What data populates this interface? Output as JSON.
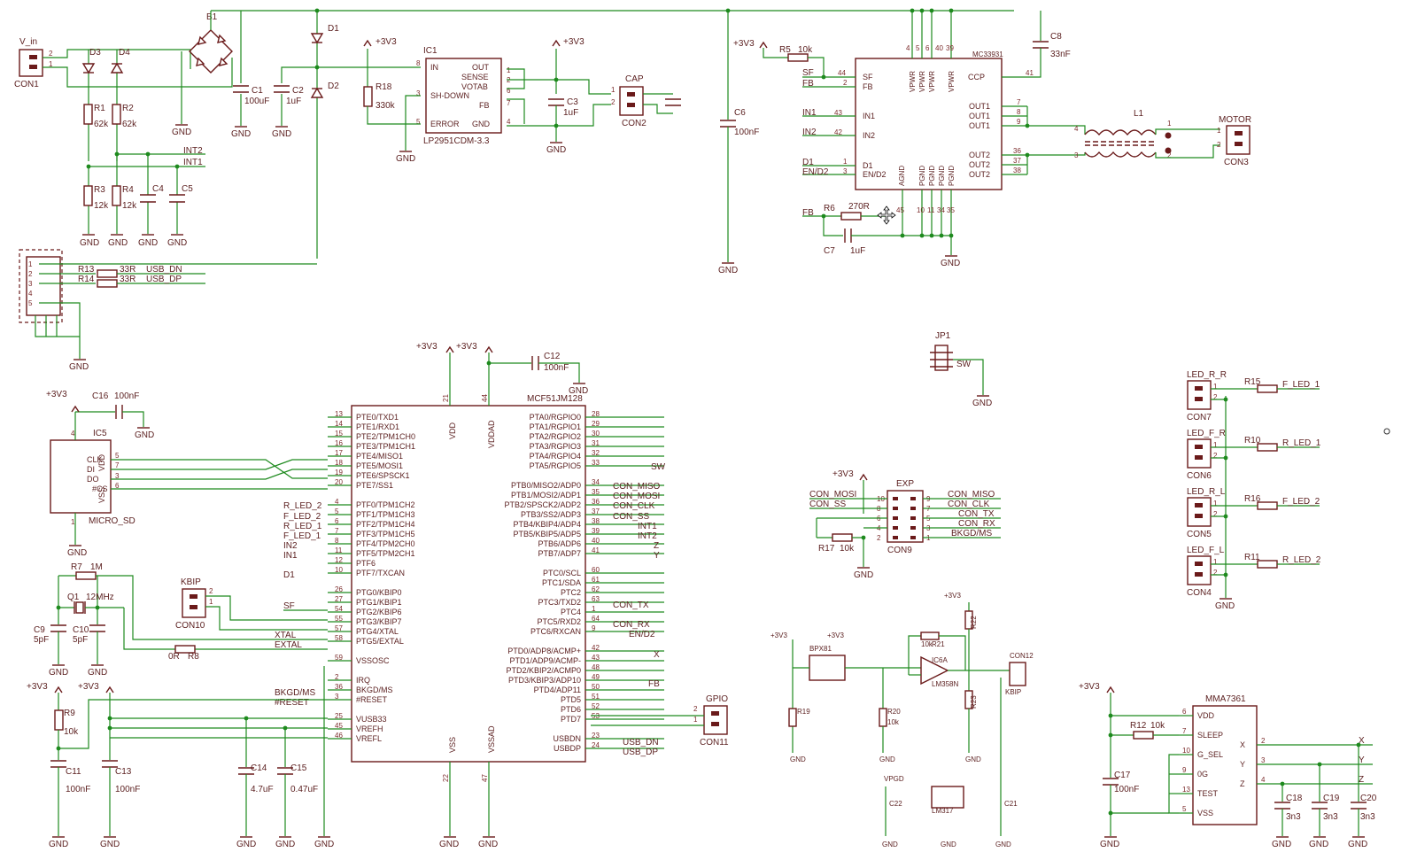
{
  "connectors": {
    "con1": {
      "name": "V_in",
      "ref": "CON1",
      "pin1": "1",
      "pin2": "2"
    },
    "con2": {
      "name": "CAP",
      "ref": "CON2",
      "pin1": "1",
      "pin2": "2"
    },
    "con3": {
      "name": "MOTOR",
      "ref": "CON3",
      "pin1": "1",
      "pin2": "2"
    },
    "con10": {
      "name": "KBIP",
      "ref": "CON10"
    },
    "con11": {
      "name": "GPIO",
      "ref": "CON11"
    },
    "con9": {
      "name": "EXP",
      "ref": "CON9"
    },
    "jp1": {
      "name": "JP1"
    },
    "con7": {
      "name": "LED_R_R",
      "ref": "CON7"
    },
    "con6": {
      "name": "LED_F_R",
      "ref": "CON6"
    },
    "con5": {
      "name": "LED_R_L",
      "ref": "CON5"
    },
    "con4": {
      "name": "LED_F_L",
      "ref": "CON4"
    }
  },
  "power": {
    "b1": "B1",
    "d1": "D1",
    "d2": "D2",
    "d3": "D3",
    "d4": "D4",
    "c1": {
      "name": "C1",
      "value": "100uF"
    },
    "c2": {
      "name": "C2",
      "value": "1uF"
    },
    "c3": {
      "name": "C3",
      "value": "1uF"
    },
    "r1": {
      "name": "R1",
      "value": "62k"
    },
    "r2": {
      "name": "R2",
      "value": "62k"
    },
    "r3": {
      "name": "R3",
      "value": "12k"
    },
    "r4": {
      "name": "R4",
      "value": "12k"
    },
    "c4": "C4",
    "c5": "C5",
    "int2": "INT2",
    "int1": "INT1",
    "r18": {
      "name": "R18",
      "value": "330k"
    },
    "ic1": {
      "name": "IC1",
      "part": "LP2951CDM-3.3",
      "pins": [
        "IN",
        "SH-DOWN",
        "ERROR",
        "OUT",
        "SENSE",
        "VOTAB",
        "FB",
        "GND"
      ]
    },
    "r13": {
      "name": "R13",
      "value": "33R",
      "net": "USB_DN"
    },
    "r14": {
      "name": "R14",
      "value": "33R",
      "net": "USB_DP"
    }
  },
  "motor": {
    "c6": {
      "name": "C6",
      "value": "100nF"
    },
    "c8": {
      "name": "C8",
      "value": "33nF"
    },
    "r5": {
      "name": "R5",
      "value": "10k"
    },
    "r6": {
      "name": "R6",
      "value": "270R"
    },
    "c7": {
      "name": "C7",
      "value": "1uF"
    },
    "l1": "L1",
    "ic": "MC33931",
    "left_pins": [
      "SF",
      "FB",
      "IN1",
      "IN2",
      "D1",
      "EN/D2"
    ],
    "right_pins": [
      "CCP",
      "OUT1",
      "OUT1",
      "OUT1",
      "OUT2",
      "OUT2",
      "OUT2"
    ],
    "top_pins": [
      "VPWR",
      "VPWR",
      "VPWR",
      "VPWR"
    ],
    "bottom_pins": [
      "AGND",
      "PGND",
      "PGND",
      "PGND",
      "PGND"
    ],
    "nets_left": [
      "SF",
      "FB",
      "IN1",
      "IN2",
      "D1",
      "EN/D2"
    ],
    "fb_net": "FB"
  },
  "mcu": {
    "name": "MCF51JM128",
    "left_pins": [
      "PTE0/TXD1",
      "PTE1/RXD1",
      "PTE2/TPM1CH0",
      "PTE3/TPM1CH1",
      "PTE4/MISO1",
      "PTE5/MOSI1",
      "PTE6/SPSCK1",
      "PTE7/SS1",
      "PTF0/TPM1CH2",
      "PTF1/TPM1CH3",
      "PTF2/TPM1CH4",
      "PTF3/TPM1CH5",
      "PTF4/TPM2CH0",
      "PTF5/TPM2CH1",
      "PTF6",
      "PTF7/TXCAN",
      "PTG0/KBIP0",
      "PTG1/KBIP1",
      "PTG2/KBIP6",
      "PTG3/KBIP7",
      "PTG4/XTAL",
      "PTG5/EXTAL",
      "VSSOSC",
      "IRQ",
      "BKGD/MS",
      "#RESET",
      "VUSB33",
      "VREFH",
      "VREFL"
    ],
    "left_nums": [
      "13",
      "14",
      "15",
      "16",
      "17",
      "18",
      "19",
      "20",
      "4",
      "5",
      "6",
      "7",
      "8",
      "11",
      "12",
      "10",
      "26",
      "27",
      "54",
      "55",
      "57",
      "58",
      "59",
      "2",
      "36",
      "3",
      "25",
      "45",
      "46"
    ],
    "right_pins": [
      "PTA0/RGPIO0",
      "PTA1/RGPIO1",
      "PTA2/RGPIO2",
      "PTA3/RGPIO3",
      "PTA4/RGPIO4",
      "PTA5/RGPIO5",
      "PTB0/MISO2/ADP0",
      "PTB1/MOSI2/ADP1",
      "PTB2/SPSCK2/ADP2",
      "PTB3/SS2/ADP3",
      "PTB4/KBIP4/ADP4",
      "PTB5/KBIP5/ADP5",
      "PTB6/ADP6",
      "PTB7/ADP7",
      "PTC0/SCL",
      "PTC1/SDA",
      "PTC2",
      "PTC3/TXD2",
      "PTC4",
      "PTC5/RXD2",
      "PTC6/RXCAN",
      "PTD0/ADP8/ACMP+",
      "PTD1/ADP9/ACMP-",
      "PTD2/KBIP2/ACMP0",
      "PTD3/KBIP3/ADP10",
      "PTD4/ADP11",
      "PTD5",
      "PTD6",
      "PTD7",
      "USBDN",
      "USBDP"
    ],
    "right_nums": [
      "28",
      "29",
      "30",
      "31",
      "32",
      "33",
      "34",
      "35",
      "36",
      "37",
      "38",
      "39",
      "40",
      "41",
      "60",
      "61",
      "62",
      "63",
      "1",
      "64",
      "9",
      "42",
      "43",
      "48",
      "49",
      "50",
      "51",
      "52",
      "53",
      "23",
      "24"
    ],
    "top": [
      "VDD",
      "VDDAD"
    ],
    "top_nums": [
      "21",
      "44"
    ],
    "bottom": [
      "VSS",
      "VSSAD"
    ],
    "bottom_nums": [
      "22",
      "47"
    ],
    "left_nets": {
      "LED_R2": "R_LED_2",
      "LED_F2": "F_LED_2",
      "LED_R1": "R_LED_1",
      "LED_F1": "F_LED_1",
      "IN2": "IN2",
      "IN1": "IN1",
      "D1": "D1",
      "SF": "SF",
      "XTAL": "XTAL",
      "EXTAL": "EXTAL",
      "BKGD": "BKGD/MS",
      "RESET": "#RESET"
    },
    "right_nets": [
      "SW",
      "CON_MISO",
      "CON_MOSI",
      "CON_CLK",
      "CON_SS",
      "INT1",
      "INT2",
      "Z",
      "Y",
      "CON_TX",
      "CON_RX",
      "EN/D2",
      "X",
      "FB",
      "USB_DN",
      "USB_DP"
    ]
  },
  "sd": {
    "name": "IC5",
    "part": "MICRO_SD",
    "pins": [
      "VDD",
      "CLK",
      "DI",
      "DO",
      "VSS",
      "#CS"
    ],
    "nums": [
      "4",
      "5",
      "7",
      "3",
      "1",
      "6"
    ],
    "c16": {
      "name": "C16",
      "value": "100nF"
    }
  },
  "osc": {
    "r7": {
      "name": "R7",
      "value": "1M"
    },
    "q1": {
      "name": "Q1",
      "value": "12MHz"
    },
    "c9": {
      "name": "C9",
      "value": "5pF"
    },
    "c10": {
      "name": "C10",
      "value": "5pF"
    },
    "r8": {
      "name": "R8",
      "value": "0R"
    }
  },
  "supply": {
    "r9": {
      "name": "R9",
      "value": "10k"
    },
    "c11": {
      "name": "C11",
      "value": "100nF"
    },
    "c13": {
      "name": "C13",
      "value": "100nF"
    },
    "c14": {
      "name": "C14",
      "value": "4.7uF"
    },
    "c15": {
      "name": "C15",
      "value": "0.47uF"
    },
    "c12": {
      "name": "C12",
      "value": "100nF"
    }
  },
  "exp": {
    "r17": {
      "name": "R17",
      "value": "10k"
    },
    "left_nets": [
      "CON_MOSI",
      "CON_SS"
    ],
    "right_nets": [
      "CON_MISO",
      "CON_CLK",
      "CON_TX",
      "CON_RX",
      "BKGD/MS"
    ],
    "pin_left": [
      "10",
      "8",
      "6",
      "4",
      "2"
    ],
    "pin_right": [
      "9",
      "7",
      "5",
      "3",
      "1"
    ]
  },
  "jp_net": "SW",
  "leds": {
    "r15": {
      "name": "R15",
      "net": "F_LED_1"
    },
    "r10": {
      "name": "R10",
      "net": "R_LED_1"
    },
    "r16": {
      "name": "R16",
      "net": "F_LED_2"
    },
    "r11": {
      "name": "R11",
      "net": "R_LED_2"
    }
  },
  "accel": {
    "name": "MMA7361",
    "pins_left": [
      "VDD",
      "SLEEP",
      "G_SEL",
      "0G",
      "TEST",
      "VSS"
    ],
    "nums_left": [
      "6",
      "7",
      "10",
      "9",
      "13",
      "5"
    ],
    "pins_right": [
      "X",
      "Y",
      "Z"
    ],
    "nums_right": [
      "2",
      "3",
      "4"
    ],
    "r12": {
      "name": "R12",
      "value": "10k"
    },
    "c17": {
      "name": "C17",
      "value": "100nF"
    },
    "c18": {
      "name": "C18",
      "value": "3n3"
    },
    "c19": {
      "name": "C19",
      "value": "3n3"
    },
    "c20": {
      "name": "C20",
      "value": "3n3"
    }
  },
  "sensor": {
    "sens": "BPX81",
    "opamp": "IC6A",
    "opamp_part": "LM358N",
    "r19": "R19",
    "r20": "R20",
    "r21": "R21",
    "r22": "R22",
    "r23": "R23",
    "r_val": "10k",
    "con": "CON12",
    "reg": "LM317",
    "c22": "C22",
    "c21": "C21",
    "vpgd": "VPGD",
    "kbip": "KBIP"
  },
  "labels": {
    "gnd": "GND",
    "p3v3": "+3V3"
  }
}
